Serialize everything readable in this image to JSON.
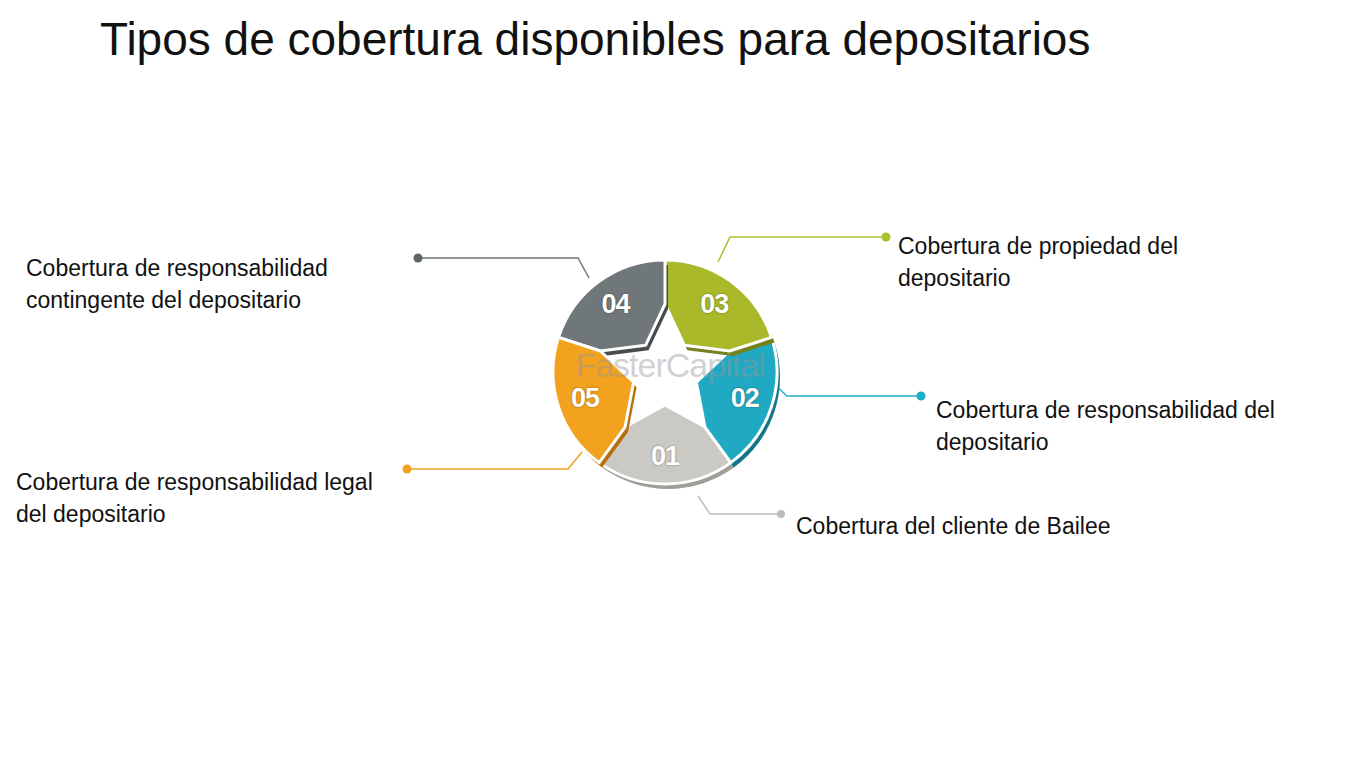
{
  "diagram": {
    "title": "Tipos de cobertura disponibles para depositarios",
    "nodes": [
      {
        "text": [
          "01"
        ]
      },
      {
        "text": [
          "02"
        ]
      },
      {
        "text": [
          "03"
        ]
      },
      {
        "text": [
          "04"
        ]
      },
      {
        "text": [
          "05"
        ]
      }
    ],
    "labels": [
      "Cobertura del cliente de Bailee",
      "Cobertura de responsabilidad del depositario",
      "Cobertura de propiedad del depositario",
      "Cobertura de responsabilidad contingente del depositario",
      "Cobertura de responsabilidad legal del depositario",
      "FasterCapital"
    ]
  }
}
